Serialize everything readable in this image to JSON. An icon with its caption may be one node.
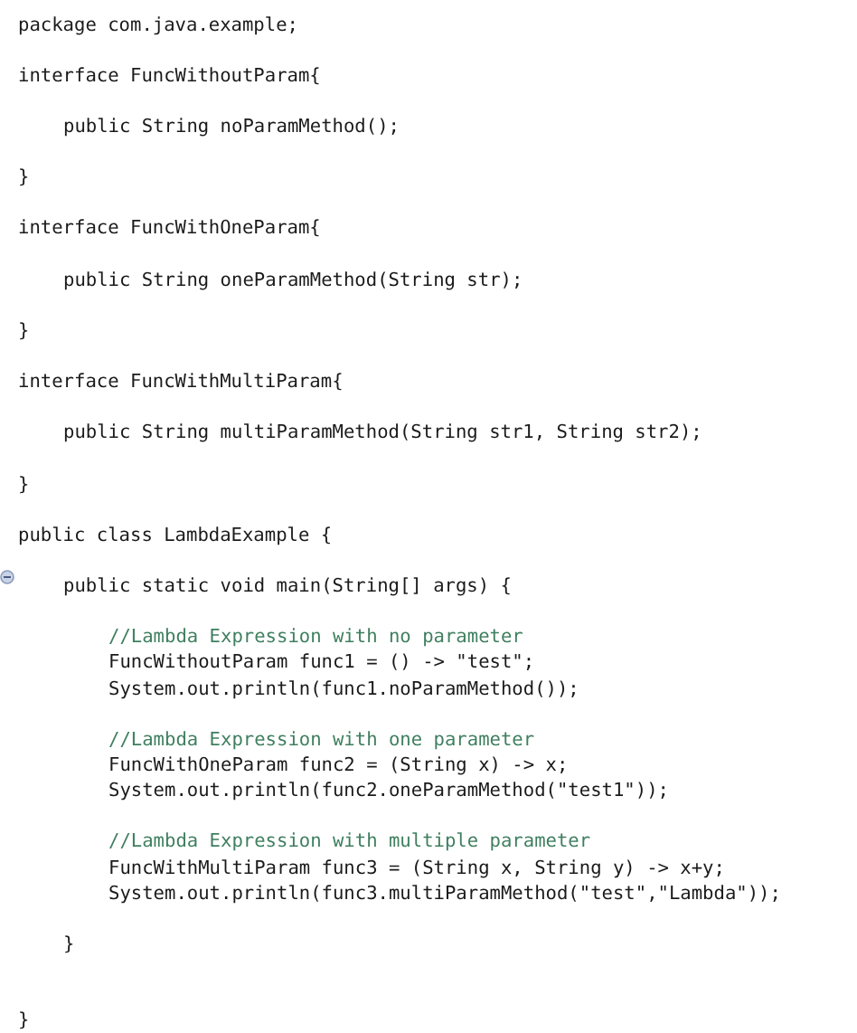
{
  "diagram": {
    "labels": [
      "package com.java.example;",
      "interface FuncWithoutParam{",
      "public String noParamMethod();",
      "}",
      "interface FuncWithOneParam{",
      "public String oneParamMethod(String str);",
      "}",
      "interface FuncWithMultiParam{",
      "public String multiParamMethod(String str1, String str2);",
      "}",
      "public class LambdaExample {",
      "public static void main(String[] args) {",
      "//Lambda Expression with no parameter",
      "FuncWithoutParam func1 = () -> \"test\";",
      "System.out.println(func1.noParamMethod());",
      "//Lambda Expression with one parameter",
      "FuncWithOneParam func2 = (String x) -> x;",
      "System.out.println(func2.oneParamMethod(\"test1\"));",
      "//Lambda Expression with multiple parameter",
      "FuncWithMultiParam func3 = (String x, String y) -> x+y;",
      "System.out.println(func3.multiParamMethod(\"test\",\"Lambda\"));",
      "}",
      "}"
    ]
  }
}
